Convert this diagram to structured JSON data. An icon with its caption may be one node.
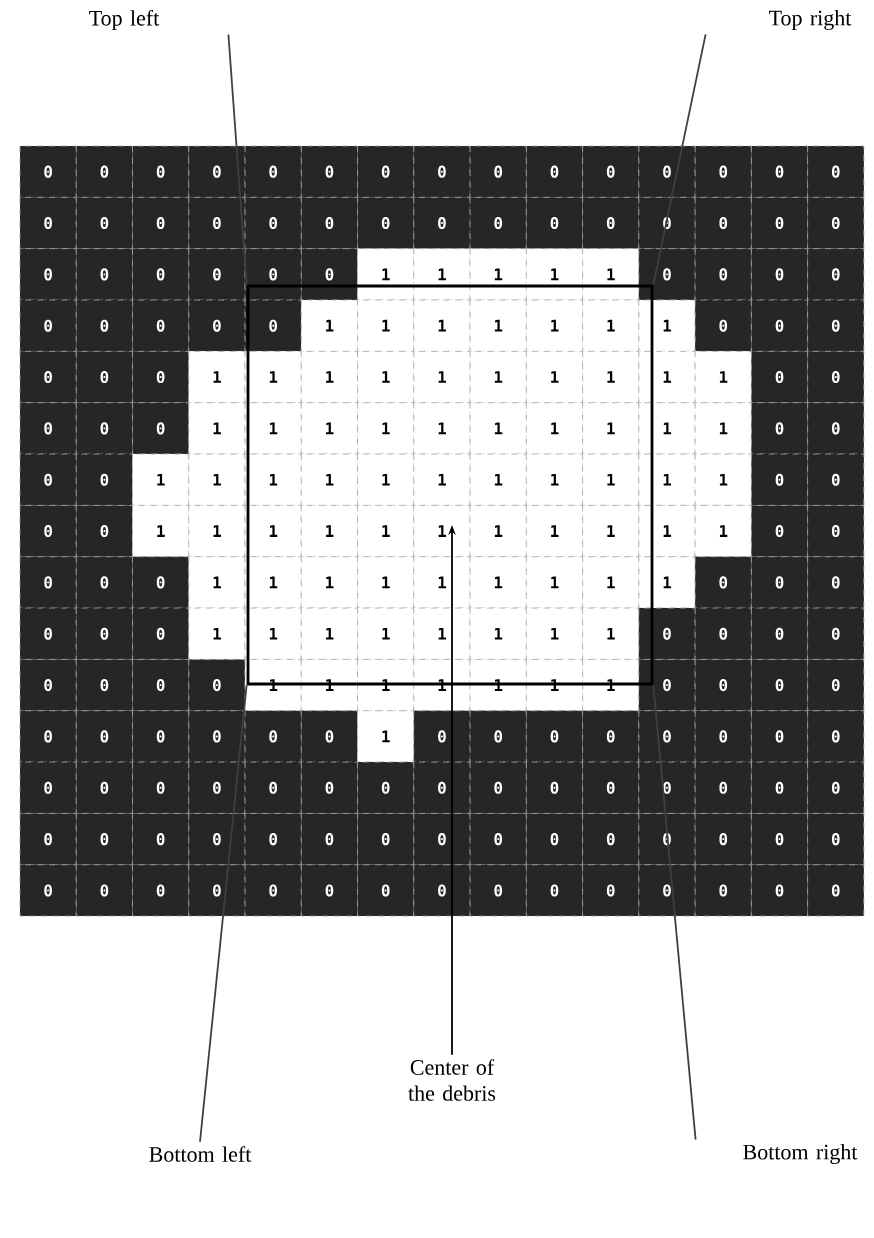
{
  "diagram": {
    "nodes": [
      {
        "text": [
          "Top left"
        ]
      },
      {
        "text": [
          "Top right"
        ]
      },
      {
        "text": [
          "Bottom left"
        ]
      },
      {
        "text": [
          "Bottom right"
        ]
      },
      {
        "text": [
          "Center of the debris"
        ]
      },
      {
        "text": [],
        "shape": "box"
      }
    ],
    "edges": [
      {
        "from": 0,
        "to": 5,
        "arrow": "none"
      },
      {
        "from": 1,
        "to": 5,
        "arrow": "none"
      },
      {
        "from": 2,
        "to": 5,
        "arrow": "none"
      },
      {
        "from": 3,
        "to": 5,
        "arrow": "none"
      },
      {
        "from": 4,
        "to": 5,
        "arrow": "to"
      }
    ],
    "labels": [
      "0",
      "0",
      "0",
      "0",
      "0",
      "0",
      "0",
      "0",
      "0",
      "0",
      "0",
      "0",
      "0",
      "0",
      "0",
      "0",
      "0",
      "0",
      "0",
      "0",
      "0",
      "0",
      "0",
      "0",
      "0",
      "0",
      "0",
      "0",
      "0",
      "0",
      "0",
      "0",
      "0",
      "0",
      "0",
      "0",
      "1",
      "1",
      "1",
      "1",
      "1",
      "0",
      "0",
      "0",
      "0",
      "0",
      "0",
      "0",
      "0",
      "0",
      "1",
      "1",
      "1",
      "1",
      "1",
      "1",
      "1",
      "0",
      "0",
      "0",
      "0",
      "0",
      "0",
      "1",
      "1",
      "1",
      "1",
      "1",
      "1",
      "1",
      "1",
      "1",
      "1",
      "0",
      "0",
      "0",
      "0",
      "0",
      "1",
      "1",
      "1",
      "1",
      "1",
      "1",
      "1",
      "1",
      "1",
      "1",
      "0",
      "0",
      "0",
      "0",
      "1",
      "1",
      "1",
      "1",
      "1",
      "1",
      "1",
      "1",
      "1",
      "1",
      "1",
      "0",
      "0",
      "0",
      "0",
      "1",
      "1",
      "1",
      "1",
      "1",
      "1",
      "1",
      "1",
      "1",
      "1",
      "1",
      "0",
      "0",
      "0",
      "0",
      "0",
      "1",
      "1",
      "1",
      "1",
      "1",
      "1",
      "1",
      "1",
      "1",
      "0",
      "0",
      "0",
      "0",
      "0",
      "0",
      "1",
      "1",
      "1",
      "1",
      "1",
      "1",
      "1",
      "1",
      "0",
      "0",
      "0",
      "0",
      "0",
      "0",
      "0",
      "0",
      "1",
      "1",
      "1",
      "1",
      "1",
      "1",
      "1",
      "0",
      "0",
      "0",
      "0",
      "0",
      "0",
      "0",
      "0",
      "0",
      "0",
      "1",
      "0",
      "0",
      "0",
      "0",
      "0",
      "0",
      "0",
      "0",
      "0",
      "0",
      "0",
      "0",
      "0",
      "0",
      "0",
      "0",
      "0",
      "0",
      "0",
      "0",
      "0",
      "0",
      "0",
      "0",
      "0",
      "0",
      "0",
      "0",
      "0",
      "0",
      "0",
      "0",
      "0",
      "0",
      "0",
      "0",
      "0",
      "0",
      "0",
      "0",
      "0",
      "0",
      "0",
      "0",
      "0",
      "0",
      "0",
      "0",
      "0",
      "0",
      "0",
      "0",
      "0"
    ]
  }
}
